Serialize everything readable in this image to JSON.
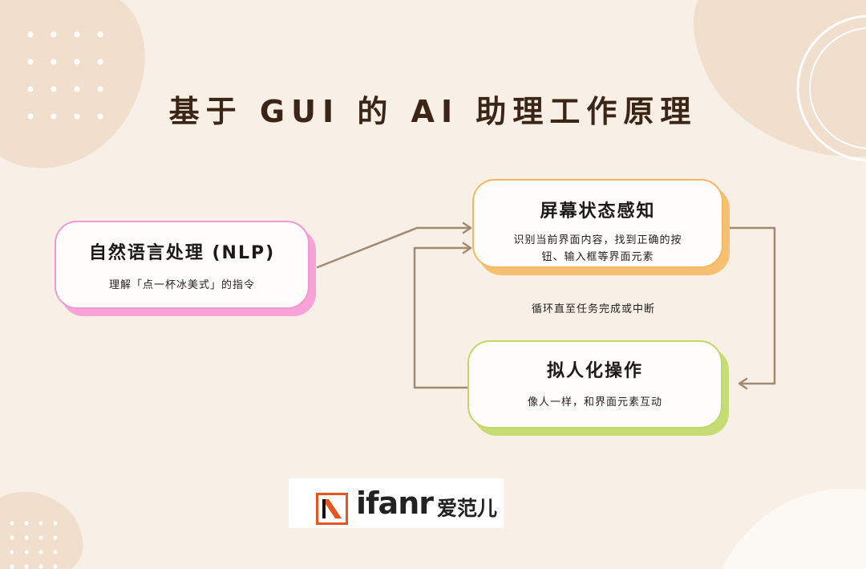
{
  "title": "基于 GUI 的 AI 助理工作原理",
  "cards": {
    "nlp": {
      "title": "自然语言处理 (NLP)",
      "desc": "理解「点一杯冰美式」的指令",
      "border": "#f19ad2",
      "shadow": "#f7a3d8"
    },
    "screen": {
      "title": "屏幕状态感知",
      "desc": "识别当前界面内容，找到正确的按钮、输入框等界面元素",
      "border": "#f4b85f",
      "shadow": "#f7c071"
    },
    "action": {
      "title": "拟人化操作",
      "desc": "像人一样，和界面元素互动",
      "border": "#bfd868",
      "shadow": "#c6dd75"
    }
  },
  "loop_label": "循环直至任务完成或中断",
  "logo": {
    "brand": "ifanr",
    "brand_cn": "爱范儿"
  },
  "colors": {
    "background": "#f8efe6",
    "blob": "#f1dfcd",
    "arrow": "#a28a72",
    "title": "#3a2516",
    "logo_orange": "#e8541e"
  }
}
